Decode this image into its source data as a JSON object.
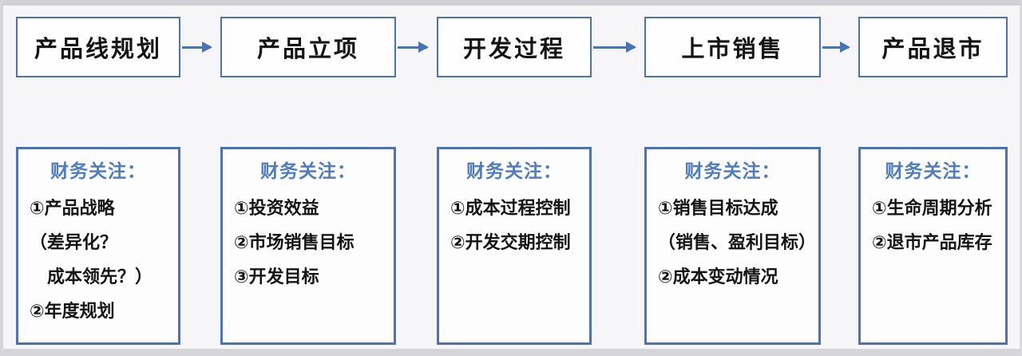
{
  "diagram": {
    "focus_heading": "财务关注：",
    "stages": [
      {
        "title": "产品线规划",
        "items": [
          "①产品战略",
          "（差异化？",
          "　成本领先？）",
          "②年度规划"
        ]
      },
      {
        "title": "产品立项",
        "items": [
          "①投资效益",
          "②市场销售目标",
          "③开发目标"
        ]
      },
      {
        "title": "开发过程",
        "items": [
          "①成本过程控制",
          "②开发交期控制"
        ]
      },
      {
        "title": "上市销售",
        "items": [
          "①销售目标达成",
          "（销售、盈利目标）",
          "②成本变动情况"
        ]
      },
      {
        "title": "产品退市",
        "items": [
          "①生命周期分析",
          "②退市产品库存"
        ]
      }
    ],
    "colors": {
      "box_border": "#4a72b4",
      "arrow": "#4a72b4",
      "heading_text": "#4d7cc0",
      "body_text": "#151515",
      "box_fill": "#fdfdfe",
      "background": "#f6f6f8"
    }
  }
}
